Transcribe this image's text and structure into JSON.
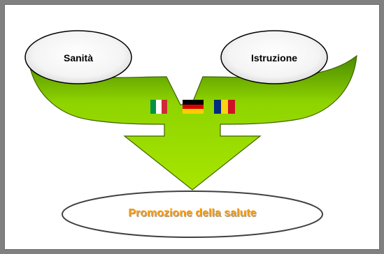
{
  "diagram": {
    "left_node": {
      "label": "Sanità"
    },
    "right_node": {
      "label": "Istruzione"
    },
    "outcome_node": {
      "label": "Promozione della salute"
    },
    "flags": [
      {
        "country": "Italy",
        "stripes": [
          "#009246",
          "#ffffff",
          "#ce2b37"
        ],
        "orientation": "vertical"
      },
      {
        "country": "Germany",
        "stripes": [
          "#000000",
          "#dd0000",
          "#ffce00"
        ],
        "orientation": "horizontal"
      },
      {
        "country": "Romania",
        "stripes": [
          "#002b7f",
          "#fcd116",
          "#ce1126"
        ],
        "orientation": "vertical"
      }
    ],
    "colors": {
      "arrow_fill": "#8fd400",
      "arrow_stroke": "#3f6200",
      "outcome_text": "#ff9900",
      "frame_bg": "#808080"
    }
  }
}
